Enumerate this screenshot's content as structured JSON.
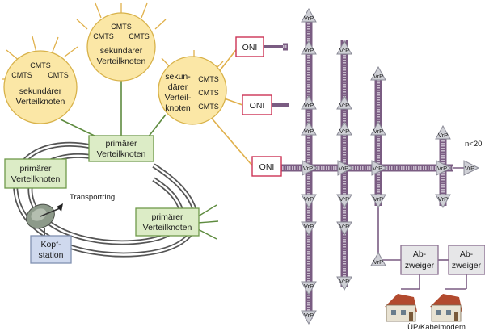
{
  "colors": {
    "circle_fill": "#fbe7a6",
    "circle_stroke": "#d8b24a",
    "green_fill": "#dcecc6",
    "green_stroke": "#6f9a4a",
    "green_line": "#5e8b3f",
    "oni_stroke": "#cc3355",
    "purple_line": "#7a5c82",
    "purple_light": "#c8bccd",
    "vrp_fill": "#cfd0d6",
    "vrp_stroke": "#8a8a96",
    "kopf_fill": "#cfd9ee",
    "kopf_stroke": "#8090b0",
    "abz_fill": "#e6e6e8",
    "abz_stroke": "#8a6f90"
  },
  "secondary_nodes": [
    {
      "label": [
        "sekundärer",
        "Verteilknoten"
      ],
      "cmts": [
        "CMTS",
        "CMTS",
        "CMTS"
      ]
    },
    {
      "label": [
        "sekundärer",
        "Verteilknoten"
      ],
      "cmts": [
        "CMTS",
        "CMTS",
        "CMTS"
      ]
    },
    {
      "label": [
        "sekun-",
        "därer",
        "Verteil-",
        "knoten"
      ],
      "cmts": [
        "CMTS",
        "CMTS",
        "CMTS"
      ]
    }
  ],
  "primary_nodes": [
    {
      "label": [
        "primärer",
        "Verteilknoten"
      ]
    },
    {
      "label": [
        "primärer",
        "Verteilknoten"
      ]
    },
    {
      "label": [
        "primärer",
        "Verteilknoten"
      ]
    }
  ],
  "transport_ring_label": "Transportring",
  "headend_label": [
    "Kopf-",
    "station"
  ],
  "oni_label": "ONI",
  "vrp_label": "VrP",
  "branch_label": [
    "Ab-",
    "zweiger"
  ],
  "n_label": "n<20",
  "modem_label": "ÜP/Kabelmodem"
}
